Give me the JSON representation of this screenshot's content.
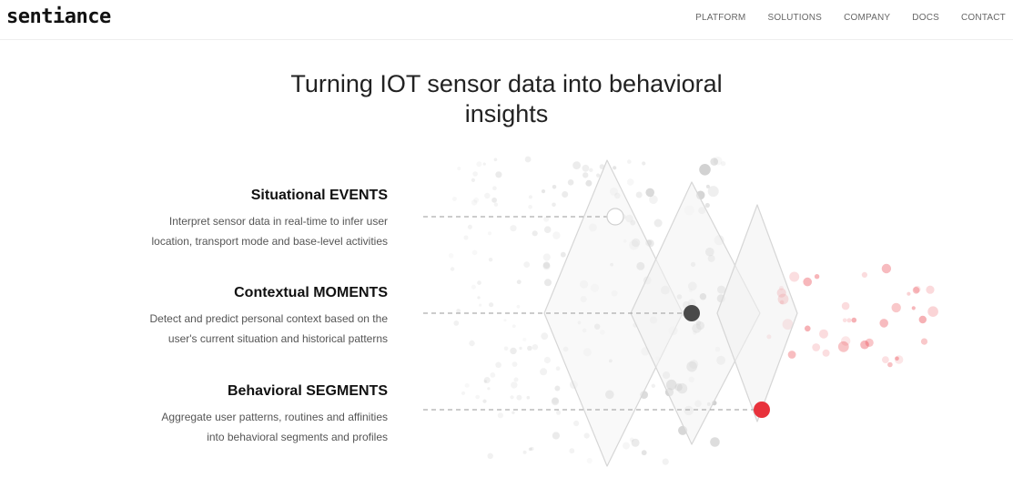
{
  "brand": {
    "logo": "sentiance"
  },
  "nav": {
    "items": [
      "PLATFORM",
      "SOLUTIONS",
      "COMPANY",
      "DOCS",
      "CONTACT"
    ]
  },
  "hero": {
    "title_line1": "Turning IOT sensor data into behavioral",
    "title_line2": "insights"
  },
  "features": [
    {
      "title": "Situational EVENTS",
      "description": "Interpret sensor data in real-time to infer user\nlocation, transport mode and base-level activities"
    },
    {
      "title": "Contextual MOMENTS",
      "description": "Detect and predict personal context based on the\nuser's current situation and historical patterns"
    },
    {
      "title": "Behavioral SEGMENTS",
      "description": "Aggregate user patterns, routines and affinities\ninto behavioral segments and profiles"
    }
  ],
  "colors": {
    "accent_red": "#e8323c",
    "moment_dot": "#4a4a4a",
    "event_dot": "#ffffff"
  }
}
